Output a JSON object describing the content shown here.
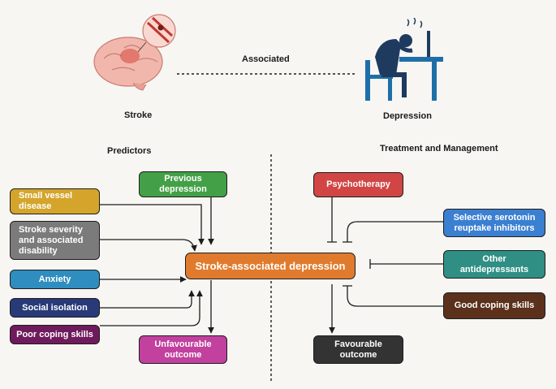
{
  "header": {
    "associated": "Associated",
    "stroke": "Stroke",
    "depression": "Depression"
  },
  "sections": {
    "predictors": "Predictors",
    "treatment": "Treatment and Management"
  },
  "center": {
    "label": "Stroke-associated depression",
    "color": "#e07b2e"
  },
  "predictors": [
    {
      "key": "small-vessel",
      "label": "Small vessel\ndisease",
      "color": "#d4a52a"
    },
    {
      "key": "stroke-severity",
      "label": "Stroke severity\nand associated\ndisability",
      "color": "#7b7b7b"
    },
    {
      "key": "anxiety",
      "label": "Anxiety",
      "color": "#2f8dbf"
    },
    {
      "key": "social-isolation",
      "label": "Social isolation",
      "color": "#283a78"
    },
    {
      "key": "poor-coping",
      "label": "Poor coping skills",
      "color": "#6e1a5c"
    },
    {
      "key": "previous-depression",
      "label": "Previous\ndepression",
      "color": "#43a047"
    },
    {
      "key": "unfavourable",
      "label": "Unfavourable\noutcome",
      "color": "#c2409e"
    }
  ],
  "treatments": [
    {
      "key": "psychotherapy",
      "label": "Psychotherapy",
      "color": "#d24545"
    },
    {
      "key": "ssri",
      "label": "Selective serotonin\nreuptake inhibitors",
      "color": "#3b7fd1"
    },
    {
      "key": "other-antidep",
      "label": "Other\nantidepressants",
      "color": "#2f8f84"
    },
    {
      "key": "good-coping",
      "label": "Good coping skills",
      "color": "#5b311c"
    },
    {
      "key": "favourable",
      "label": "Favourable\noutcome",
      "color": "#333333"
    }
  ]
}
